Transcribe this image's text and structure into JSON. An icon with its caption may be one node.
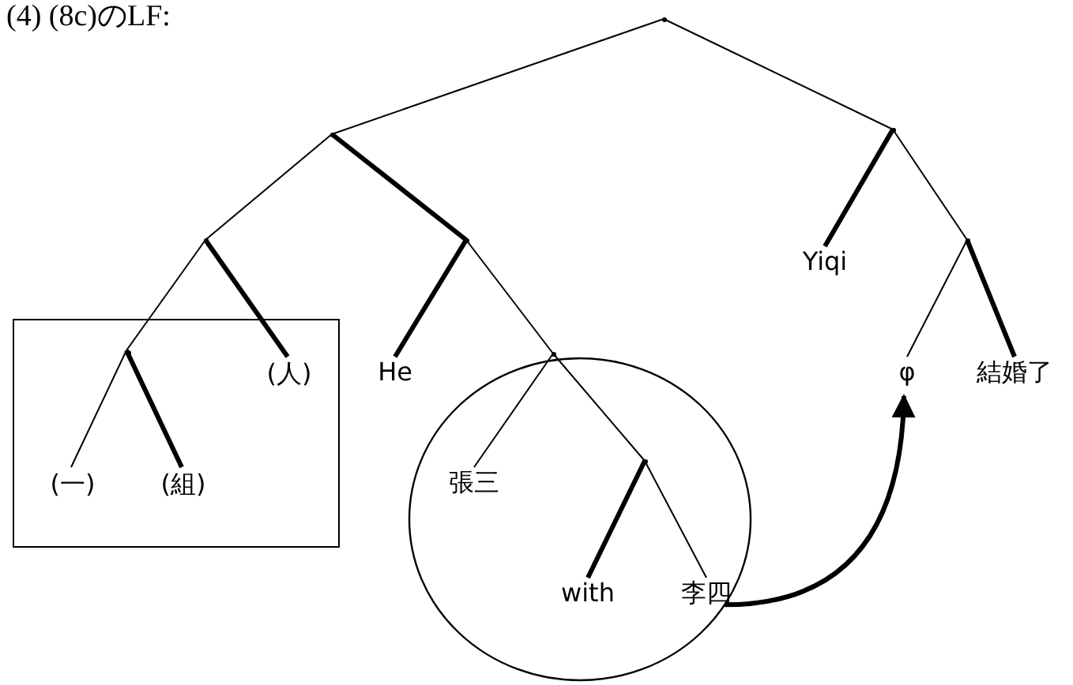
{
  "diagram": {
    "title": "(4) (8c)のLF:",
    "nodes": [
      {
        "text": [],
        "shape": "point"
      },
      {
        "text": [],
        "shape": "point"
      },
      {
        "text": [],
        "shape": "point"
      },
      {
        "text": [],
        "shape": "point"
      },
      {
        "text": [],
        "shape": "point"
      },
      {
        "text": [
          "Yiqi"
        ]
      },
      {
        "text": [],
        "shape": "point"
      },
      {
        "text": [],
        "shape": "box"
      },
      {
        "text": [],
        "shape": "point",
        "in": 7
      },
      {
        "text": [
          "(人)"
        ],
        "in": 7
      },
      {
        "text": [
          "He"
        ]
      },
      {
        "text": [],
        "shape": "point"
      },
      {
        "text": [
          "φ"
        ]
      },
      {
        "text": [
          "結婚了"
        ]
      },
      {
        "text": [
          "(一)"
        ],
        "in": 7
      },
      {
        "text": [
          "(組)"
        ],
        "in": 7
      },
      {
        "text": [],
        "shape": "ellipse"
      },
      {
        "text": [
          "張三"
        ],
        "in": 16
      },
      {
        "text": [],
        "shape": "point",
        "in": 16
      },
      {
        "text": [
          "with"
        ],
        "in": 16
      },
      {
        "text": [
          "李四"
        ],
        "in": 16
      }
    ],
    "edges": [
      {
        "from": 0,
        "to": 1,
        "arrow": "none"
      },
      {
        "from": 0,
        "to": 2,
        "arrow": "none"
      },
      {
        "from": 1,
        "to": 3,
        "arrow": "none"
      },
      {
        "from": 1,
        "to": 4,
        "arrow": "none",
        "style": "thick"
      },
      {
        "from": 3,
        "to": 8,
        "arrow": "none"
      },
      {
        "from": 3,
        "to": 9,
        "arrow": "none",
        "style": "thick"
      },
      {
        "from": 8,
        "to": 14,
        "arrow": "none"
      },
      {
        "from": 8,
        "to": 15,
        "arrow": "none",
        "style": "thick"
      },
      {
        "from": 4,
        "to": 10,
        "arrow": "none",
        "style": "thick"
      },
      {
        "from": 4,
        "to": 11,
        "arrow": "none"
      },
      {
        "from": 11,
        "to": 17,
        "arrow": "none"
      },
      {
        "from": 11,
        "to": 18,
        "arrow": "none"
      },
      {
        "from": 18,
        "to": 19,
        "arrow": "none",
        "style": "thick"
      },
      {
        "from": 18,
        "to": 20,
        "arrow": "none"
      },
      {
        "from": 2,
        "to": 5,
        "arrow": "none",
        "style": "thick"
      },
      {
        "from": 2,
        "to": 6,
        "arrow": "none"
      },
      {
        "from": 6,
        "to": 12,
        "arrow": "none"
      },
      {
        "from": 6,
        "to": 13,
        "arrow": "none",
        "style": "thick"
      },
      {
        "from": 16,
        "to": 12,
        "arrow": "to",
        "style": "thick"
      }
    ]
  }
}
